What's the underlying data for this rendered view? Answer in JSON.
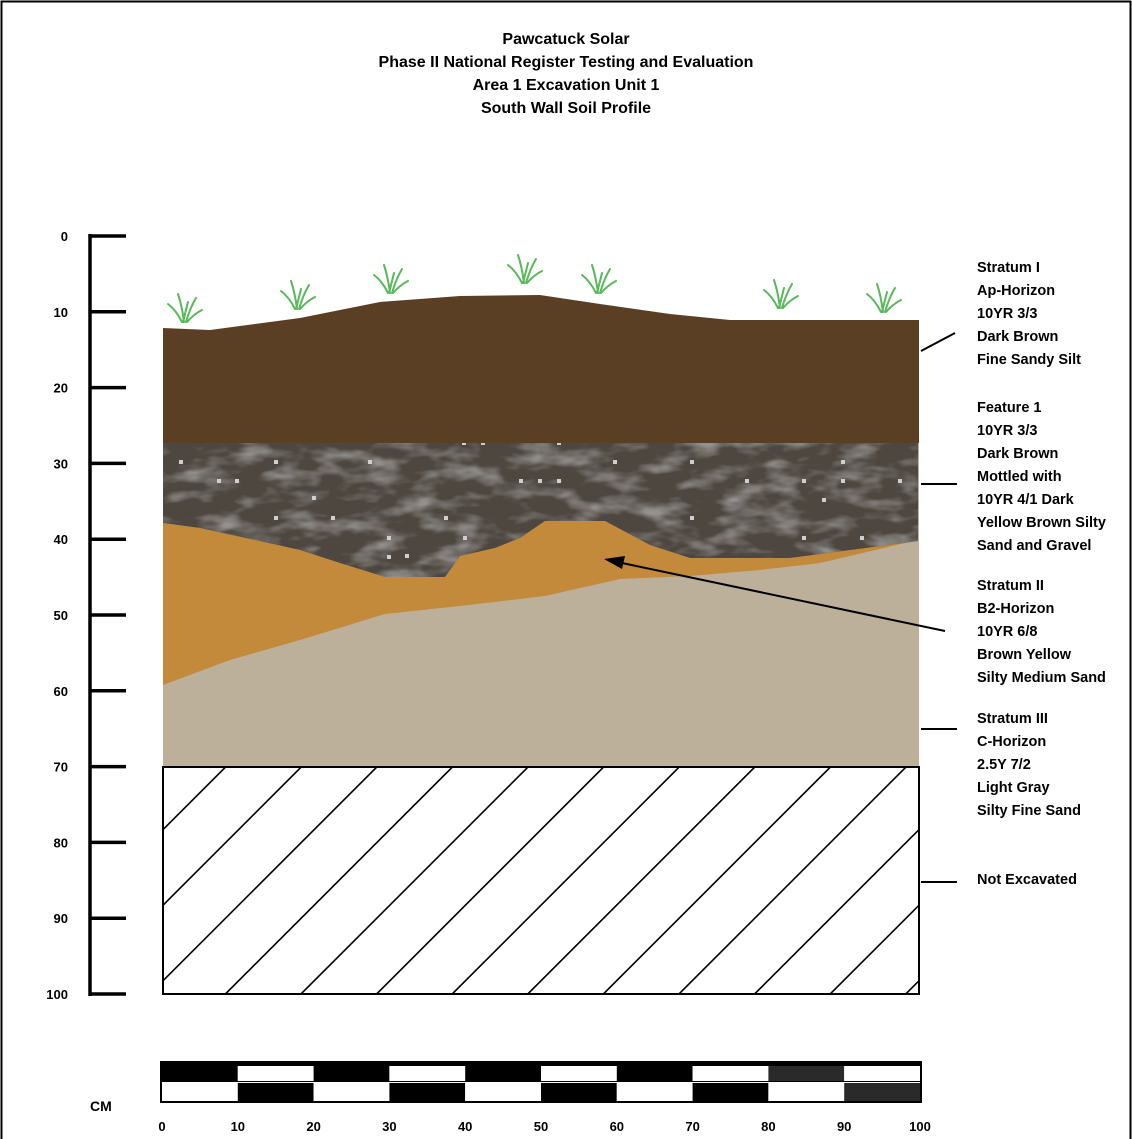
{
  "title_lines": [
    "Pawcatuck Solar",
    "Phase II National Register Testing and Evaluation",
    "Area 1 Excavation Unit 1",
    "South Wall Soil Profile"
  ],
  "depth_scale": {
    "ticks": [
      "0",
      "10",
      "20",
      "30",
      "40",
      "50",
      "60",
      "70",
      "80",
      "90",
      "100"
    ]
  },
  "bar_scale": {
    "unit_label": "CM",
    "ticks": [
      "0",
      "10",
      "20",
      "30",
      "40",
      "50",
      "60",
      "70",
      "80",
      "90",
      "100"
    ]
  },
  "legend": [
    {
      "name": "stratum-1",
      "lines": [
        "Stratum I",
        "Ap-Horizon",
        "10YR 3/3",
        "Dark Brown",
        "Fine Sandy Silt"
      ],
      "color": "#5a3f25"
    },
    {
      "name": "feature-1",
      "lines": [
        "Feature 1",
        "10YR 3/3",
        "Dark Brown",
        "Mottled with",
        "10YR 4/1 Dark",
        "Yellow Brown Silty",
        "Sand and Gravel"
      ],
      "color": "#4e4740"
    },
    {
      "name": "stratum-2",
      "lines": [
        "Stratum II",
        "B2-Horizon",
        "10YR 6/8",
        "Brown Yellow",
        "Silty Medium Sand"
      ],
      "color": "#c28a3a"
    },
    {
      "name": "stratum-3",
      "lines": [
        "Stratum III",
        "C-Horizon",
        "2.5Y 7/2",
        "Light Gray",
        "Silty Fine Sand"
      ],
      "color": "#bdb09a"
    },
    {
      "name": "not-excavated",
      "lines": [
        "Not Excavated"
      ],
      "color": "#ffffff"
    }
  ]
}
